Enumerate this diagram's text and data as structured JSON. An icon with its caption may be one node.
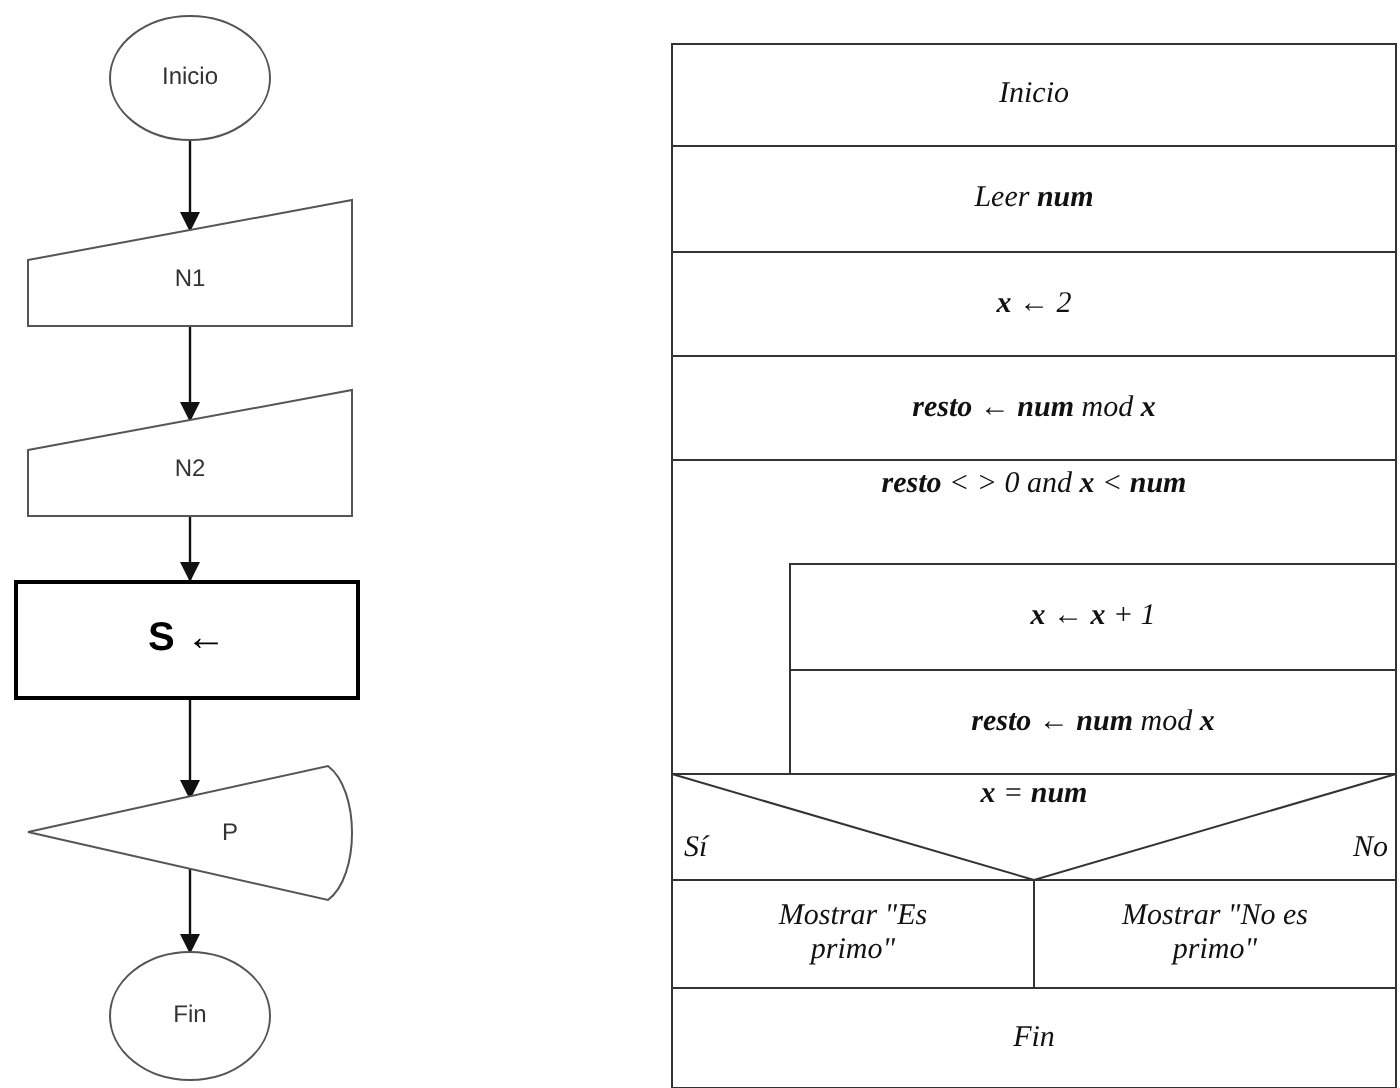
{
  "diagram": {
    "nodes": [
      {
        "text": [
          "Inicio"
        ]
      },
      {
        "text": [
          "N1"
        ]
      },
      {
        "text": [
          "N2"
        ]
      },
      {
        "text": [
          "S ←"
        ]
      },
      {
        "text": [
          "P"
        ]
      },
      {
        "text": [
          "Fin"
        ]
      },
      {
        "text": [
          "Inicio"
        ]
      },
      {
        "text": [
          "Leer **num**"
        ]
      },
      {
        "text": [
          "**x** ← 2"
        ]
      },
      {
        "text": [
          "**resto** ← **num** mod **x**"
        ]
      },
      {
        "text": [
          "**resto** < > 0 and **x** < **num**"
        ]
      },
      {
        "text": [
          "**x** ← **x** + 1"
        ],
        "in": 10
      },
      {
        "text": [
          "**resto** ← **num** mod **x**"
        ],
        "in": 10
      },
      {
        "text": [
          "**x** = **num**",
          "Sí",
          "No"
        ]
      },
      {
        "text": [
          "Mostrar \"Es primo\""
        ]
      },
      {
        "text": [
          "Mostrar \"No es primo\""
        ]
      },
      {
        "text": [
          "Fin"
        ]
      }
    ],
    "edges": [
      {
        "from": 0,
        "to": 1,
        "arrow": "to"
      },
      {
        "from": 1,
        "to": 2,
        "arrow": "to"
      },
      {
        "from": 2,
        "to": 3,
        "arrow": "to"
      },
      {
        "from": 3,
        "to": 4,
        "arrow": "to"
      },
      {
        "from": 4,
        "to": 5,
        "arrow": "to"
      }
    ]
  }
}
